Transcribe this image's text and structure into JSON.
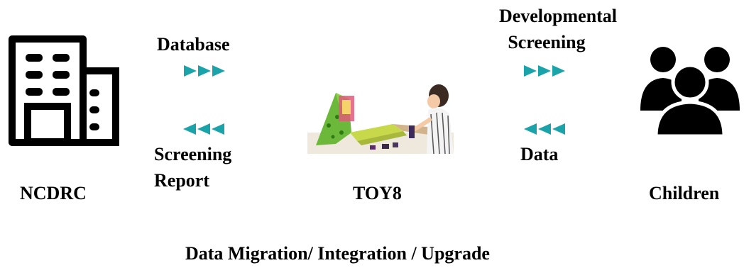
{
  "colors": {
    "arrow": "#1aa3a8",
    "icon": "#000000"
  },
  "nodes": {
    "ncdrc": {
      "label": "NCDRC",
      "icon": "building-icon"
    },
    "toy8": {
      "label": "TOY8",
      "icon": "child-playing-photo"
    },
    "children": {
      "label": "Children",
      "icon": "people-group-icon"
    }
  },
  "flows": {
    "database": {
      "label": "Database",
      "direction": "right"
    },
    "screening_report": {
      "line1": "Screening",
      "line2": "Report",
      "direction": "left"
    },
    "developmental_screening": {
      "line1": "Developmental",
      "line2": "Screening",
      "direction": "right"
    },
    "data": {
      "label": "Data",
      "direction": "left"
    }
  },
  "caption": "Data Migration/ Integration / Upgrade"
}
